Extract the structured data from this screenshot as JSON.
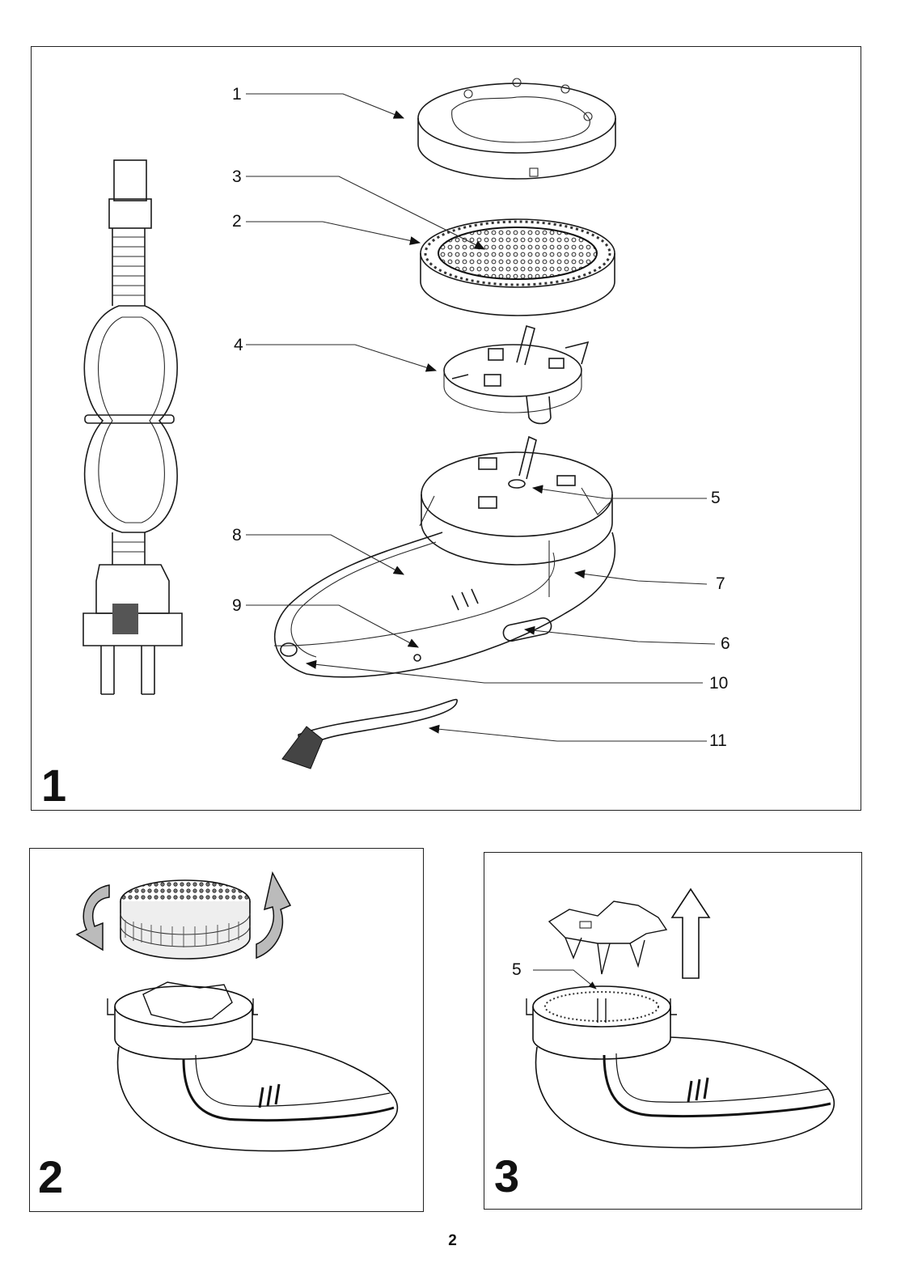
{
  "figures": [
    {
      "number": "1",
      "callouts": [
        "1",
        "2",
        "3",
        "4",
        "5",
        "6",
        "7",
        "8",
        "9",
        "10",
        "11"
      ]
    },
    {
      "number": "2"
    },
    {
      "number": "3",
      "callouts": [
        "5"
      ]
    }
  ],
  "page_number": "2",
  "icons": [
    "rotate-arrow-icon",
    "up-arrow-icon",
    "power-cord-icon",
    "cleaning-brush-icon"
  ]
}
